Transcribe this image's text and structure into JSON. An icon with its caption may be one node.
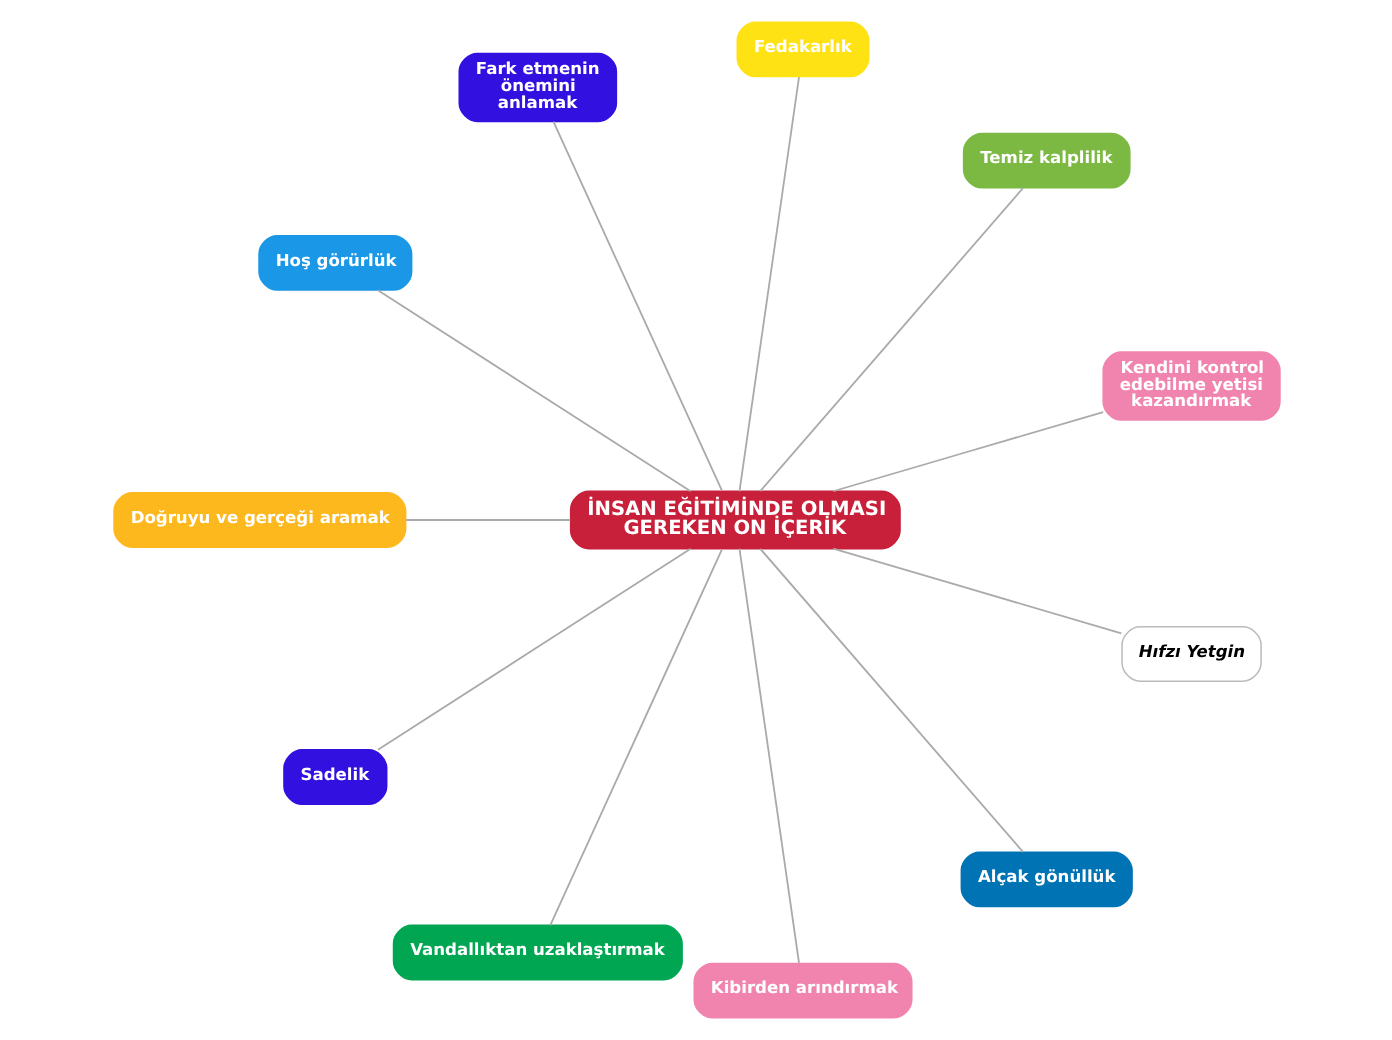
{
  "diagram": {
    "nodes": [
      {
        "text": [
          "İNSAN EĞİTİMİNDE OLMASI GEREKEN ON İÇERİK"
        ]
      },
      {
        "text": [
          "Kendini kontrol edebilme yetisi kazandırmak"
        ]
      },
      {
        "text": [
          "Temiz kalplilik"
        ]
      },
      {
        "text": [
          "Fedakarlık"
        ]
      },
      {
        "text": [
          "Fark etmenin önemini anlamak"
        ]
      },
      {
        "text": [
          "Hoş görürlük"
        ]
      },
      {
        "text": [
          "Doğruyu ve gerçeği aramak"
        ]
      },
      {
        "text": [
          "Sadelik"
        ]
      },
      {
        "text": [
          "Vandallıktan uzaklaştırmak"
        ]
      },
      {
        "text": [
          "Kibirden arındırmak"
        ]
      },
      {
        "text": [
          "Alçak gönüllük"
        ]
      },
      {
        "text": [
          "Hıfzı Yetgin"
        ]
      }
    ],
    "edges": [
      {
        "from": 0,
        "to": 1,
        "arrow": "none"
      },
      {
        "from": 0,
        "to": 2,
        "arrow": "none"
      },
      {
        "from": 0,
        "to": 3,
        "arrow": "none"
      },
      {
        "from": 0,
        "to": 4,
        "arrow": "none"
      },
      {
        "from": 0,
        "to": 5,
        "arrow": "none"
      },
      {
        "from": 0,
        "to": 6,
        "arrow": "none"
      },
      {
        "from": 0,
        "to": 7,
        "arrow": "none"
      },
      {
        "from": 0,
        "to": 8,
        "arrow": "none"
      },
      {
        "from": 0,
        "to": 9,
        "arrow": "none"
      },
      {
        "from": 0,
        "to": 10,
        "arrow": "none"
      },
      {
        "from": 0,
        "to": 11,
        "arrow": "none"
      }
    ]
  }
}
